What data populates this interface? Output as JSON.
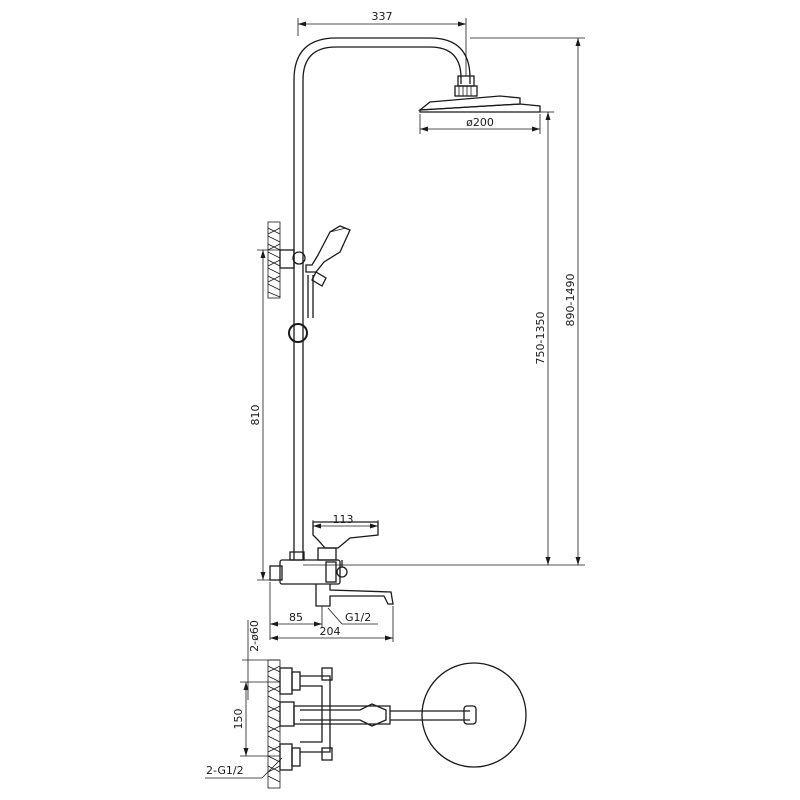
{
  "drawing": {
    "dimensions": {
      "top_width": "337",
      "head_diameter": "ø200",
      "height_range_head": "750-1350",
      "height_range_total": "890-1490",
      "slide_height": "810",
      "mixer_width": "113",
      "offset_85": "85",
      "spout_204": "204",
      "inlet_thread": "G1/2",
      "wall_flange": "2-ø60",
      "inlet_spacing": "150",
      "inlet_thread_pair": "2-G1/2"
    }
  }
}
